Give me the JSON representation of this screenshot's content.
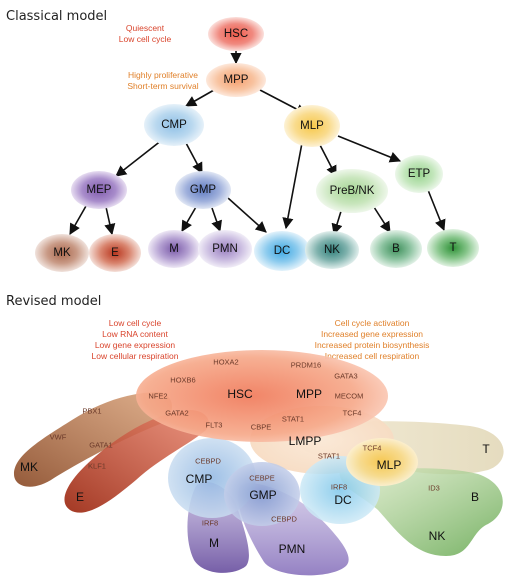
{
  "classical": {
    "title": "Classical model",
    "hsc_annotation": [
      "Quiescent",
      "Low cell cycle"
    ],
    "mpp_annotation": [
      "Highly proliferative",
      "Short-term survival"
    ],
    "nodes": {
      "hsc": "HSC",
      "mpp": "MPP",
      "cmp": "CMP",
      "mlp": "MLP",
      "mep": "MEP",
      "gmp": "GMP",
      "preb_nk": "PreB/NK",
      "etp": "ETP",
      "mk": "MK",
      "e": "E",
      "m": "M",
      "pmn": "PMN",
      "dc": "DC",
      "nk": "NK",
      "b": "B",
      "t": "T"
    },
    "colors": {
      "hsc": "#e8504a",
      "mpp": "#f0a070",
      "cmp": "#7fb6e0",
      "mlp": "#f6c24a",
      "mep": "#8e6ab8",
      "gmp": "#6f87c8",
      "preb_nk": "#9ccf8a",
      "etp": "#8fcf88",
      "mk": "#b5745a",
      "e": "#c0432a",
      "m": "#8e72b8",
      "pmn": "#a58fc8",
      "dc": "#4fb3e6",
      "nk": "#3f8f8a",
      "b": "#4f9f6a",
      "t": "#3f9f4a"
    }
  },
  "revised": {
    "title": "Revised model",
    "hsc_annotation": [
      "Low cell cycle",
      "Low RNA content",
      "Low gene expression",
      "Low cellular respiration"
    ],
    "mpp_annotation": [
      "Cell cycle activation",
      "Increased gene expression",
      "Increased protein biosynthesis",
      "Increased cell respiration"
    ],
    "labels": {
      "hsc": "HSC",
      "mpp": "MPP",
      "lmpp": "LMPP",
      "mlp": "MLP",
      "cmp": "CMP",
      "gmp": "GMP",
      "dc": "DC",
      "mk": "MK",
      "e": "E",
      "m": "M",
      "pmn": "PMN",
      "t": "T",
      "b": "B",
      "nk": "NK"
    },
    "genes": {
      "hoxa2": "HOXA2",
      "prdm16": "PRDM16",
      "hoxb6": "HOXB6",
      "gata3": "GATA3",
      "mecom": "MECOM",
      "nfe2": "NFE2",
      "gata2": "GATA2",
      "pbx1": "PBX1",
      "vwf": "VWF",
      "gata1": "GATA1",
      "klf1": "KLF1",
      "flt3": "FLT3",
      "cbpe": "CBPE",
      "stat1_a": "STAT1",
      "stat1_b": "STAT1",
      "tcf4_a": "TCF4",
      "tcf4_b": "TCF4",
      "cebpd_a": "CEBPD",
      "cebpe": "CEBPE",
      "cebpd_b": "CEBPD",
      "irf8_a": "IRF8",
      "irf8_b": "IRF8",
      "id3": "ID3"
    }
  }
}
